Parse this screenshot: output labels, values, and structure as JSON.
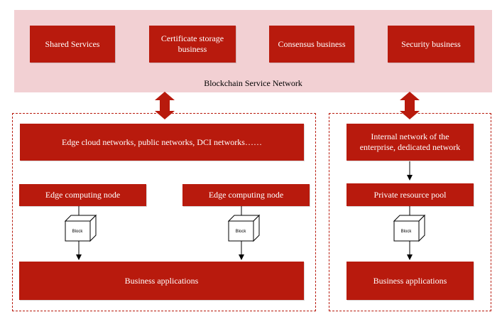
{
  "network": {
    "title": "Blockchain Service Network",
    "services": [
      "Shared Services",
      "Certificate storage business",
      "Consensus business",
      "Security business"
    ]
  },
  "left_panel": {
    "networks": "Edge cloud networks, public networks, DCI networks……",
    "node_a": "Edge computing node",
    "node_b": "Edge computing node",
    "block_a": "Block",
    "block_b": "Block",
    "apps": "Business applications"
  },
  "right_panel": {
    "networks": "Internal network of the enterprise, dedicated network",
    "pool": "Private resource pool",
    "block": "Block",
    "apps": "Business applications"
  },
  "colors": {
    "box": "#b81a0d",
    "band": "#f2d0d3",
    "arrow": "#b81a0d"
  }
}
